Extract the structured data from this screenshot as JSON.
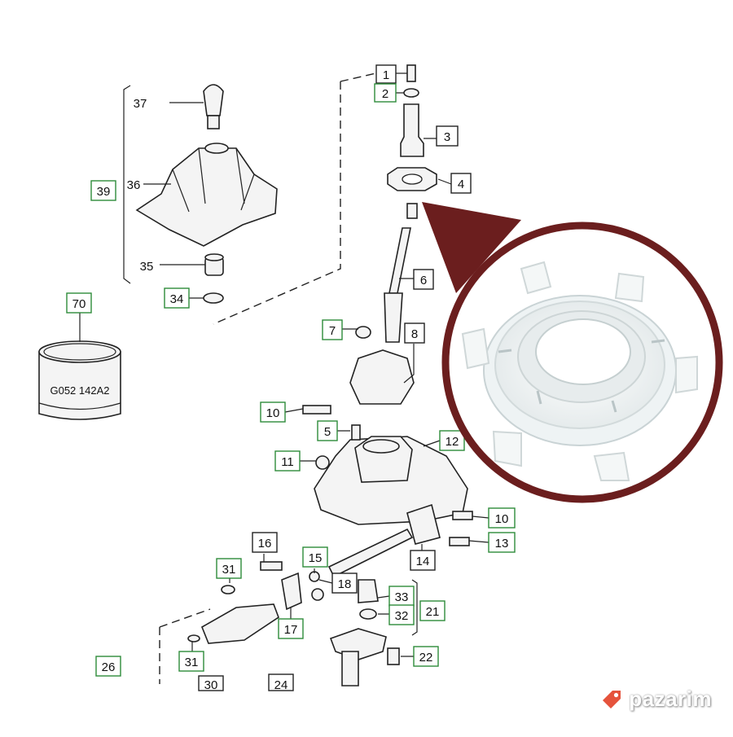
{
  "diagram": {
    "callouts": {
      "c1": "1",
      "c2": "2",
      "c3": "3",
      "c4": "4",
      "c5": "5",
      "c6": "6",
      "c7": "7",
      "c8": "8",
      "c10a": "10",
      "c10b": "10",
      "c11": "11",
      "c12": "12",
      "c13": "13",
      "c14": "14",
      "c15": "15",
      "c16": "16",
      "c17": "17",
      "c18": "18",
      "c21": "21",
      "c22": "22",
      "c26": "26",
      "c31a": "31",
      "c31b": "31",
      "c32": "32",
      "c33": "33",
      "c34": "34",
      "c35": "35",
      "c36": "36",
      "c37": "37",
      "c39": "39",
      "c70": "70",
      "c24": "24",
      "c30": "30"
    },
    "part_code": "G052 142A2"
  },
  "zoom_inset": {
    "subject": "white plastic retaining ring (part 4) close-up",
    "border_color": "#6b1e1e",
    "arrow_color": "#6b1e1e"
  },
  "watermark": {
    "text": "pazarim",
    "icon": "tag-icon",
    "icon_color": "#e5533c"
  }
}
